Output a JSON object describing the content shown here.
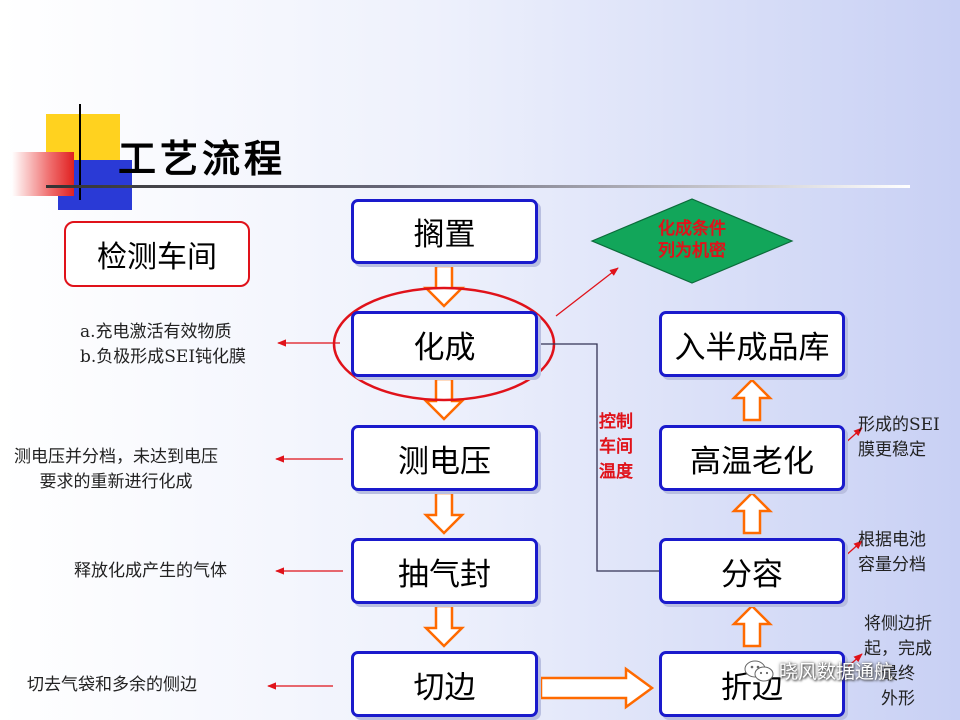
{
  "title": "工艺流程",
  "workshop_label": "检测车间",
  "main_flow": [
    "搁置",
    "化成",
    "测电压",
    "抽气封",
    "切边"
  ],
  "right_flow": [
    "折边",
    "分容",
    "高温老化",
    "入半成品库"
  ],
  "secret_note": [
    "化成条件",
    "列为机密"
  ],
  "control_note": [
    "控制",
    "车间",
    "温度"
  ],
  "formation_notes": [
    "a.充电激活有效物质",
    "b.负极形成SEI钝化膜"
  ],
  "voltage_notes": [
    "测电压并分档，未达到电压",
    "要求的重新进行化成"
  ],
  "degas_note": "释放化成产生的气体",
  "trim_note": "切去气袋和多余的侧边",
  "aging_notes": [
    "形成的SEI",
    "膜更稳定"
  ],
  "capacity_notes": [
    "根据电池",
    "容量分档"
  ],
  "fold_notes": [
    "将侧边折",
    "起，完成",
    "最终",
    "外形"
  ],
  "watermark": "晓风数据通航",
  "colors": {
    "node_border": "#1a1acc",
    "arrow_orange": "#ff6a00",
    "red": "#e0121a",
    "diamond_fill": "#12a65a",
    "diamond_text": "#e0121a"
  }
}
